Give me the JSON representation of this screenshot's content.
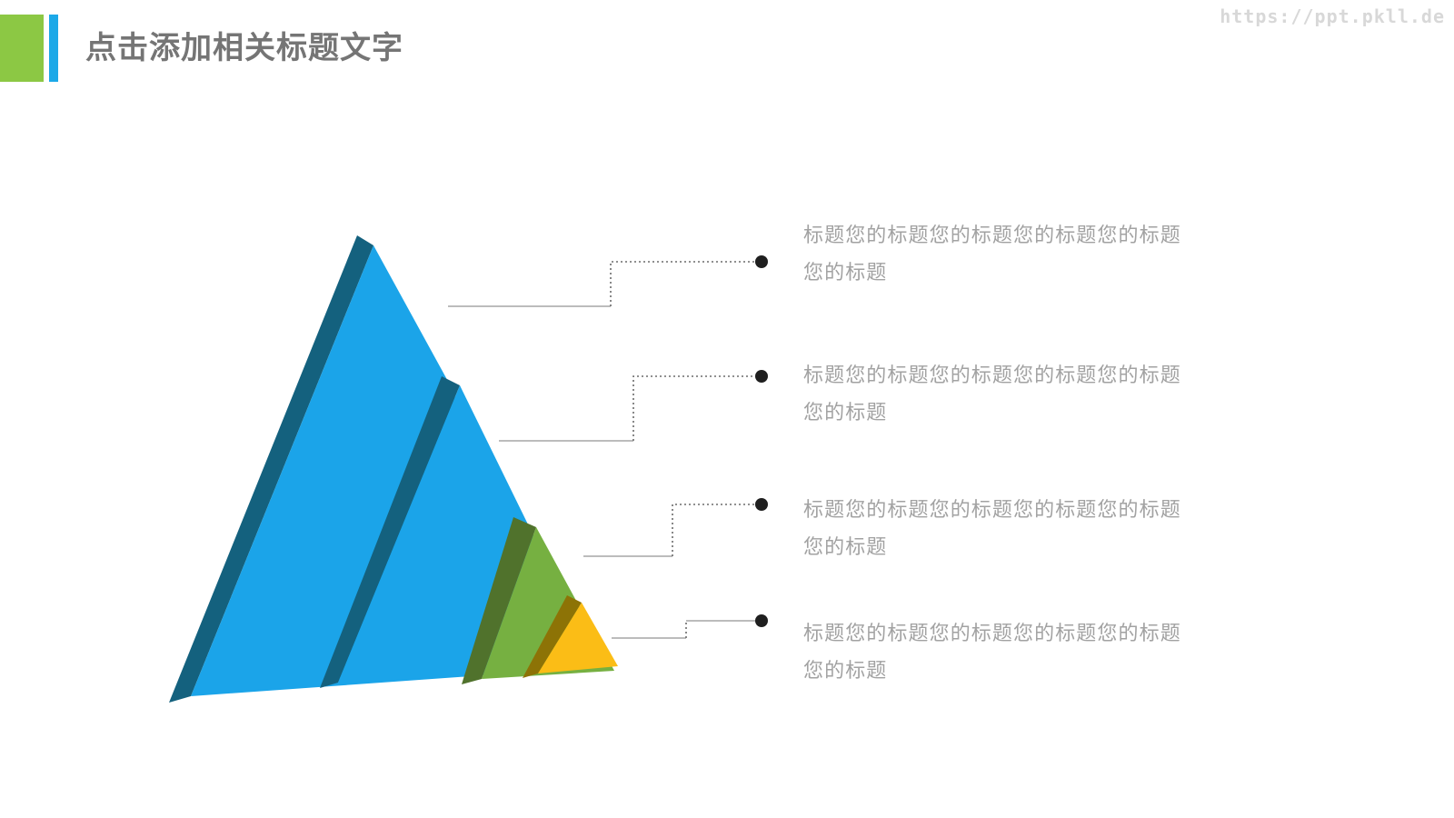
{
  "slide": {
    "title": "点击添加相关标题文字",
    "watermark": "https://ppt.pkll.de"
  },
  "colors": {
    "accent_green": "#8CC844",
    "accent_blue": "#1CA9E8",
    "pyramid_blue_front": "#1BA4E9",
    "pyramid_blue_side": "#14617E",
    "pyramid_green_front": "#76B041",
    "pyramid_green_side": "#50722C",
    "pyramid_yellow_front": "#FBBD16",
    "pyramid_yellow_side": "#8D7306",
    "connector_solid": "#A6A6A6",
    "connector_dotted": "#6B6B6B",
    "connector_dot": "#1F1F1F",
    "title_text": "#757575",
    "body_text": "#A2A2A2",
    "watermark_text": "#D8D8D8"
  },
  "pyramid": {
    "slices": [
      {
        "name": "level-1",
        "front": "#1BA4E9",
        "side": "#14617E"
      },
      {
        "name": "level-2",
        "front": "#1BA4E9",
        "side": "#14617E"
      },
      {
        "name": "level-3",
        "front": "#76B041",
        "side": "#50722C"
      },
      {
        "name": "level-4",
        "front": "#FBBD16",
        "side": "#8D7306"
      }
    ]
  },
  "items": [
    {
      "label": "标题您的标题您的标题您的标题您的标题您的标题"
    },
    {
      "label": "标题您的标题您的标题您的标题您的标题您的标题"
    },
    {
      "label": "标题您的标题您的标题您的标题您的标题您的标题"
    },
    {
      "label": "标题您的标题您的标题您的标题您的标题您的标题"
    }
  ]
}
